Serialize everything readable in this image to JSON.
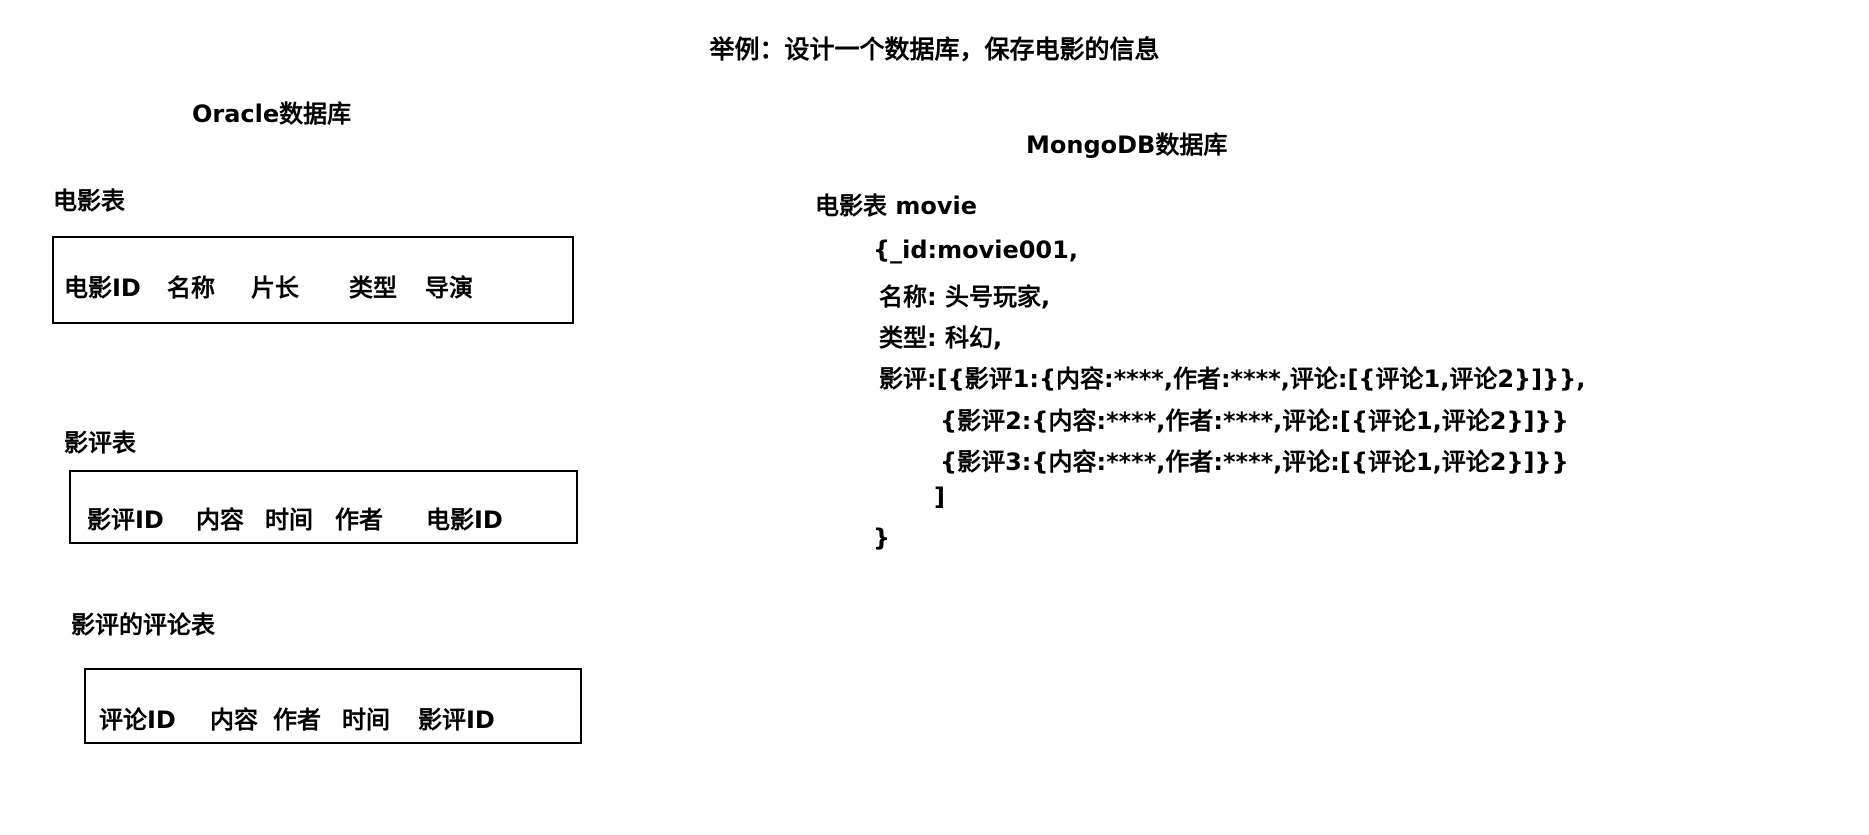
{
  "title": "举例：设计一个数据库，保存电影的信息",
  "oracle": {
    "heading": "Oracle数据库",
    "tables": [
      {
        "name": "电影表",
        "columns": [
          "电影ID",
          "名称",
          "片长",
          "类型",
          "导演"
        ]
      },
      {
        "name": "影评表",
        "columns": [
          "影评ID",
          "内容",
          "时间",
          "作者",
          "电影ID"
        ]
      },
      {
        "name": "影评的评论表",
        "columns": [
          "评论ID",
          "内容",
          "作者",
          "时间",
          "影评ID"
        ]
      }
    ]
  },
  "mongodb": {
    "heading": "MongoDB数据库",
    "collection_label": "电影表 movie",
    "document_lines": [
      "{_id:movie001,",
      "名称: 头号玩家,",
      "类型: 科幻,",
      "影评:[{影评1:{内容:****,作者:****,评论:[{评论1,评论2}]}},",
      "{影评2:{内容:****,作者:****,评论:[{评论1,评论2}]}}",
      "{影评3:{内容:****,作者:****,评论:[{评论1,评论2}]}}",
      "]",
      "}"
    ]
  }
}
